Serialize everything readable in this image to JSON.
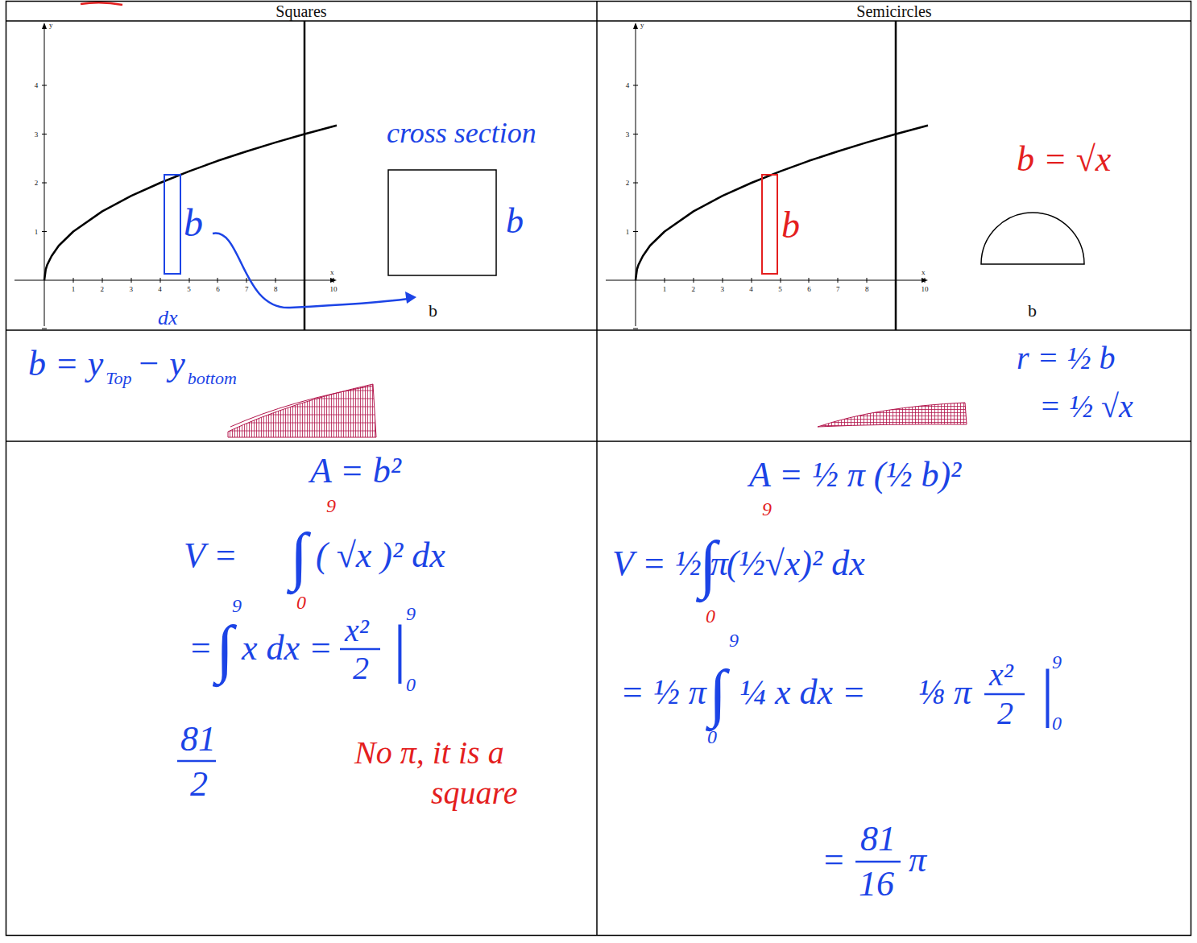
{
  "diagram": {
    "labels": [
      "Squares",
      "Semicircles",
      "y",
      "4",
      "3",
      "2",
      "1",
      "x",
      "1",
      "2",
      "3",
      "4",
      "5",
      "6",
      "7",
      "8",
      "10",
      "cross section",
      "b",
      "dx",
      "b",
      "b",
      "y",
      "4",
      "3",
      "2",
      "1",
      "x",
      "1",
      "2",
      "3",
      "4",
      "5",
      "6",
      "7",
      "8",
      "10",
      "b = √x",
      "b",
      "b",
      "b = y",
      "Top",
      "− y",
      "bottom",
      "r = ½ b",
      "= ½ √x",
      "A = b²",
      "9",
      "V =",
      "∫",
      "( √x )² dx",
      "0",
      "9",
      "=",
      "∫",
      "x dx =",
      "x²",
      "2",
      "|",
      "9",
      "0",
      "81",
      "2",
      "No π, it is a",
      "square",
      "A = ½ π (½ b)²",
      "9",
      "V = ½ π",
      "∫",
      "(½√x)² dx",
      "0",
      "9",
      "= ½ π",
      "∫",
      "0",
      "¼ x dx =",
      "⅛ π",
      "x²",
      "2",
      "|",
      "9",
      "0",
      "=",
      "81",
      "16",
      "π"
    ]
  }
}
